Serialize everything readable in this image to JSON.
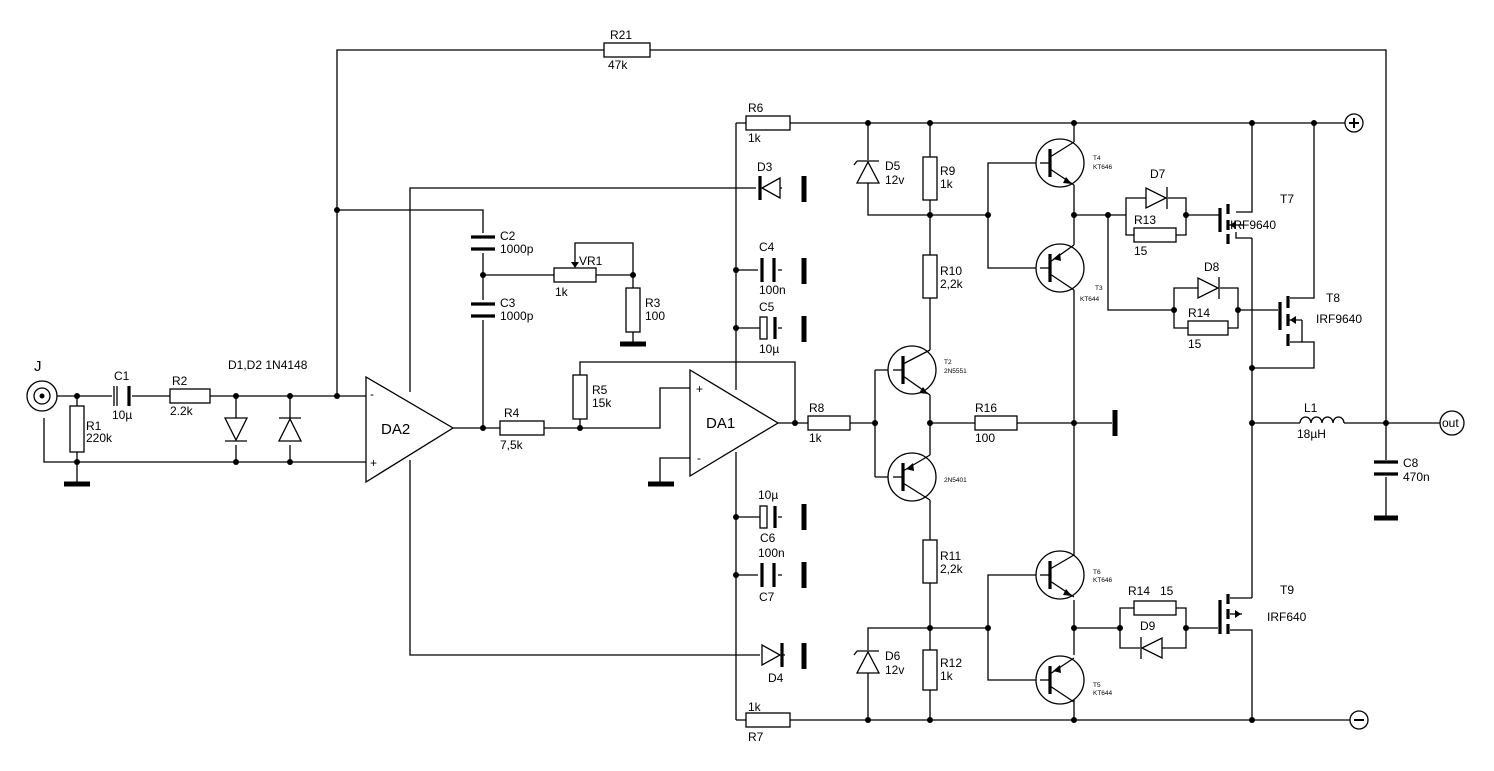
{
  "resistors": {
    "r1": {
      "ref": "R1",
      "val": "220k"
    },
    "r2": {
      "ref": "R2",
      "val": "2.2k"
    },
    "r3": {
      "ref": "R3",
      "val": "100"
    },
    "r4": {
      "ref": "R4",
      "val": "7,5k"
    },
    "r5": {
      "ref": "R5",
      "val": "15k"
    },
    "r6": {
      "ref": "R6",
      "val": "1k"
    },
    "r7": {
      "ref": "R7",
      "val": "1k"
    },
    "r8": {
      "ref": "R8",
      "val": "1k"
    },
    "r9": {
      "ref": "R9",
      "val": "1k"
    },
    "r10": {
      "ref": "R10",
      "val": "2,2k"
    },
    "r11": {
      "ref": "R11",
      "val": "2,2k"
    },
    "r12": {
      "ref": "R12",
      "val": "1k"
    },
    "r13": {
      "ref": "R13",
      "val": "15"
    },
    "r14a": {
      "ref": "R14",
      "val": "15"
    },
    "r14b": {
      "ref": "R14",
      "val": "15"
    },
    "r16": {
      "ref": "R16",
      "val": "100"
    },
    "r21": {
      "ref": "R21",
      "val": "47k"
    }
  },
  "potentiometer": {
    "ref": "VR1",
    "val": "1k"
  },
  "capacitors": {
    "c1": {
      "ref": "C1",
      "val": "10µ"
    },
    "c2": {
      "ref": "C2",
      "val": "1000p"
    },
    "c3": {
      "ref": "C3",
      "val": "1000p"
    },
    "c4": {
      "ref": "C4",
      "val": "100n"
    },
    "c5": {
      "ref": "C5",
      "val": "10µ"
    },
    "c6": {
      "ref": "C6",
      "val": "10µ"
    },
    "c7": {
      "ref": "C7",
      "val": "100n"
    },
    "c8": {
      "ref": "C8",
      "val": "470n"
    }
  },
  "inductor": {
    "ref": "L1",
    "val": "18µH"
  },
  "diodes": {
    "d12": "D1,D2 1N4148",
    "d3": "D3",
    "d4": "D4",
    "d5": {
      "ref": "D5",
      "val": "12v"
    },
    "d6": {
      "ref": "D6",
      "val": "12v"
    },
    "d7": "D7",
    "d8": "D8",
    "d9": "D9"
  },
  "opamps": {
    "da1": "DA1",
    "da2": "DA2"
  },
  "transistors": {
    "t2": {
      "ref": "T2",
      "part": "2N5551"
    },
    "t1": {
      "part": "2N5401"
    },
    "t3": {
      "ref": "T3",
      "part": "KT644"
    },
    "t4": {
      "ref": "T4",
      "part": "KT646"
    },
    "t5": {
      "ref": "T5",
      "part": "KT644"
    },
    "t6": {
      "ref": "T6",
      "part": "KT646"
    },
    "t7": {
      "ref": "T7",
      "part": "IRF9640"
    },
    "t8": {
      "ref": "T8",
      "part": "IRF9640"
    },
    "t9": {
      "ref": "T9",
      "part": "IRF640"
    }
  },
  "connectors": {
    "input": "J",
    "output": "out",
    "plus": "+",
    "minus": "−"
  },
  "opamp_pins": {
    "minus": "-",
    "plus": "+"
  }
}
